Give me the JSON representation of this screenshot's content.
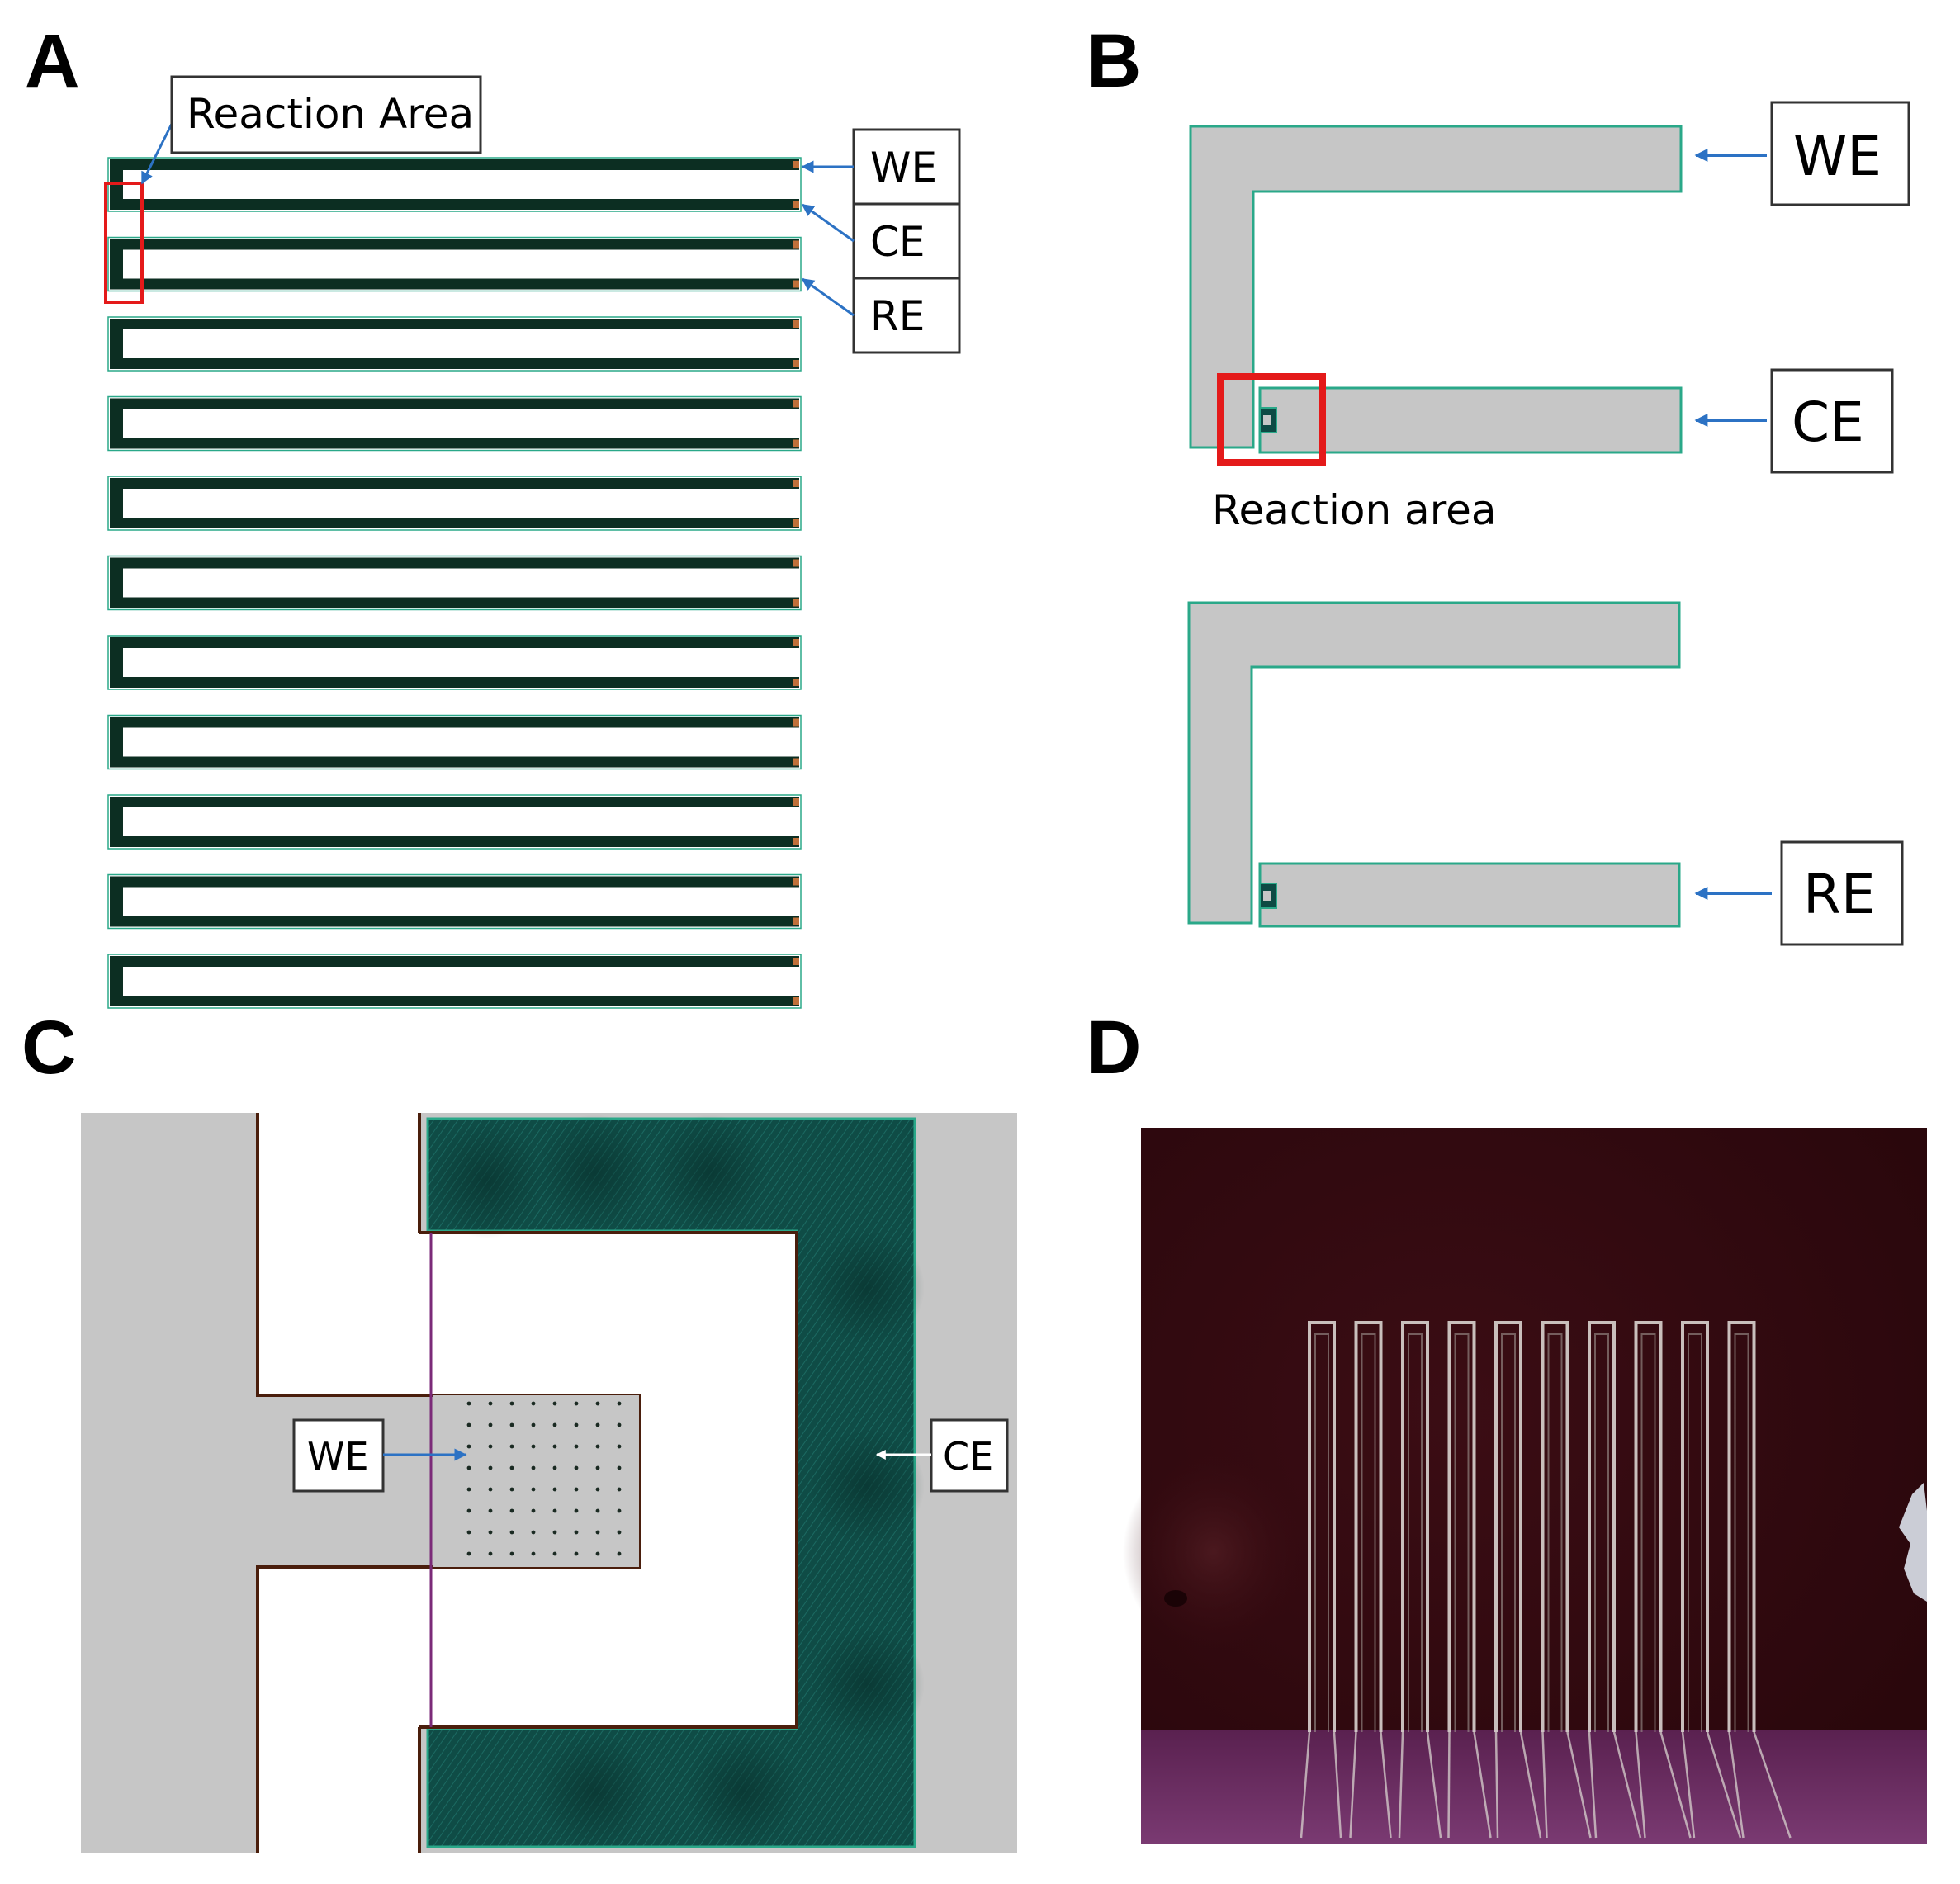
{
  "panels": {
    "a": {
      "letter": "A",
      "callout": "Reaction Area",
      "labels": [
        "WE",
        "CE",
        "RE"
      ]
    },
    "b": {
      "letter": "B",
      "labels": [
        "WE",
        "CE",
        "RE"
      ],
      "callout": "Reaction area"
    },
    "c": {
      "letter": "C",
      "we_label": "WE",
      "ce_label": "CE"
    },
    "d": {
      "letter": "D"
    }
  },
  "colors": {
    "electrode_dark": "#0c2e22",
    "electrode_gray": "#c6c6c6",
    "outline_green": "#2aa889",
    "teal_fill": "#0e4a44",
    "highlight_red": "#e41a1a",
    "arrow_blue": "#2c72c4",
    "photo_bg": "#3a0c12",
    "photo_floor": "#6a2a5e",
    "photo_line": "#d9d3cf"
  }
}
